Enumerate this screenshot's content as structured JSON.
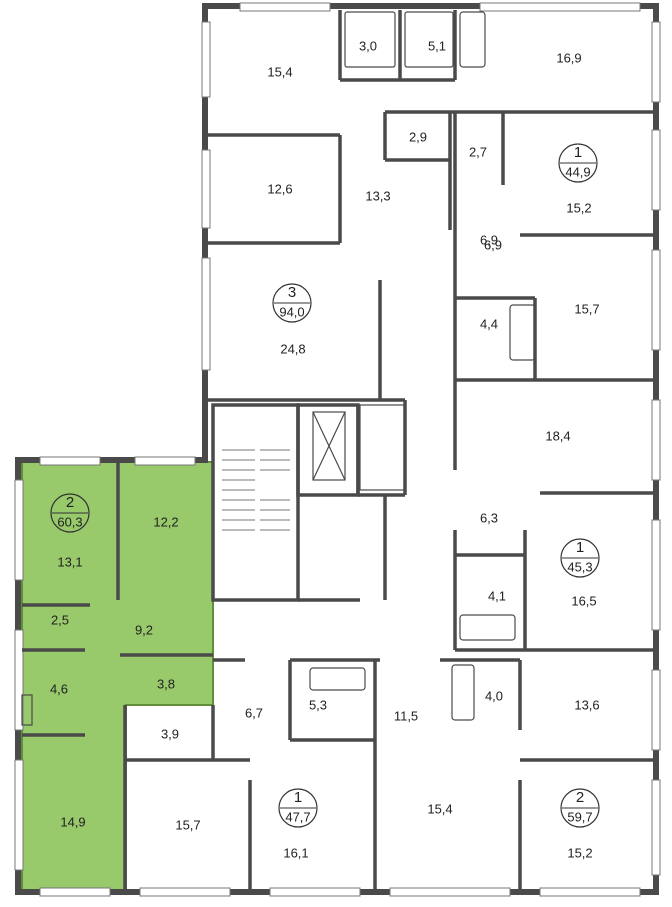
{
  "colors": {
    "highlight_fill": "#98c96b",
    "highlight_stroke": "#5f8f3a",
    "wall": "#4a4a4a",
    "background": "#ffffff"
  },
  "apartments": [
    {
      "rooms": "2",
      "area": "60,3",
      "highlighted": true
    },
    {
      "rooms": "3",
      "area": "94,0",
      "highlighted": false
    },
    {
      "rooms": "1",
      "area": "44,9",
      "highlighted": false
    },
    {
      "rooms": "1",
      "area": "45,3",
      "highlighted": false
    },
    {
      "rooms": "1",
      "area": "47,7",
      "highlighted": false
    },
    {
      "rooms": "2",
      "area": "59,7",
      "highlighted": false
    }
  ],
  "room_labels": [
    "15,4",
    "3,0",
    "5,1",
    "16,9",
    "2,9",
    "2,7",
    "15,2",
    "12,6",
    "13,3",
    "6,9",
    "6,9",
    "15,7",
    "4,4",
    "24,8",
    "18,4",
    "12,2",
    "13,1",
    "6,3",
    "16,5",
    "2,5",
    "9,2",
    "4,1",
    "3,8",
    "4,6",
    "6,7",
    "5,3",
    "11,5",
    "4,0",
    "13,6",
    "3,9",
    "14,9",
    "15,7",
    "16,1",
    "15,4",
    "15,2"
  ]
}
